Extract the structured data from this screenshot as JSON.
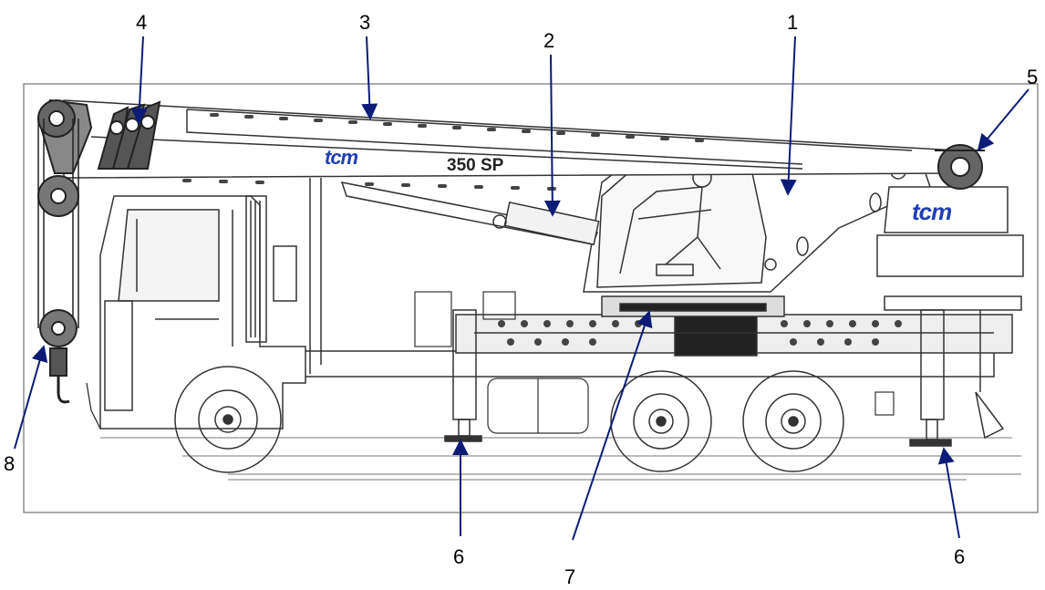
{
  "labels": {
    "boom_body": "1",
    "lift_cylinder": "2",
    "telescopic_boom": "3",
    "boom_head_sheaves": "4",
    "rear_sheave": "5",
    "outrigger_front": "6",
    "outrigger_rear": "6",
    "slewing_ring": "7",
    "hook_block": "8"
  },
  "branding": {
    "logo_boom": "tcm",
    "logo_counterweight": "tcm",
    "model": "350 SP"
  },
  "colors": {
    "line": "#333333",
    "arrow": "#0b1c78",
    "brand": "#1f3fb8"
  }
}
